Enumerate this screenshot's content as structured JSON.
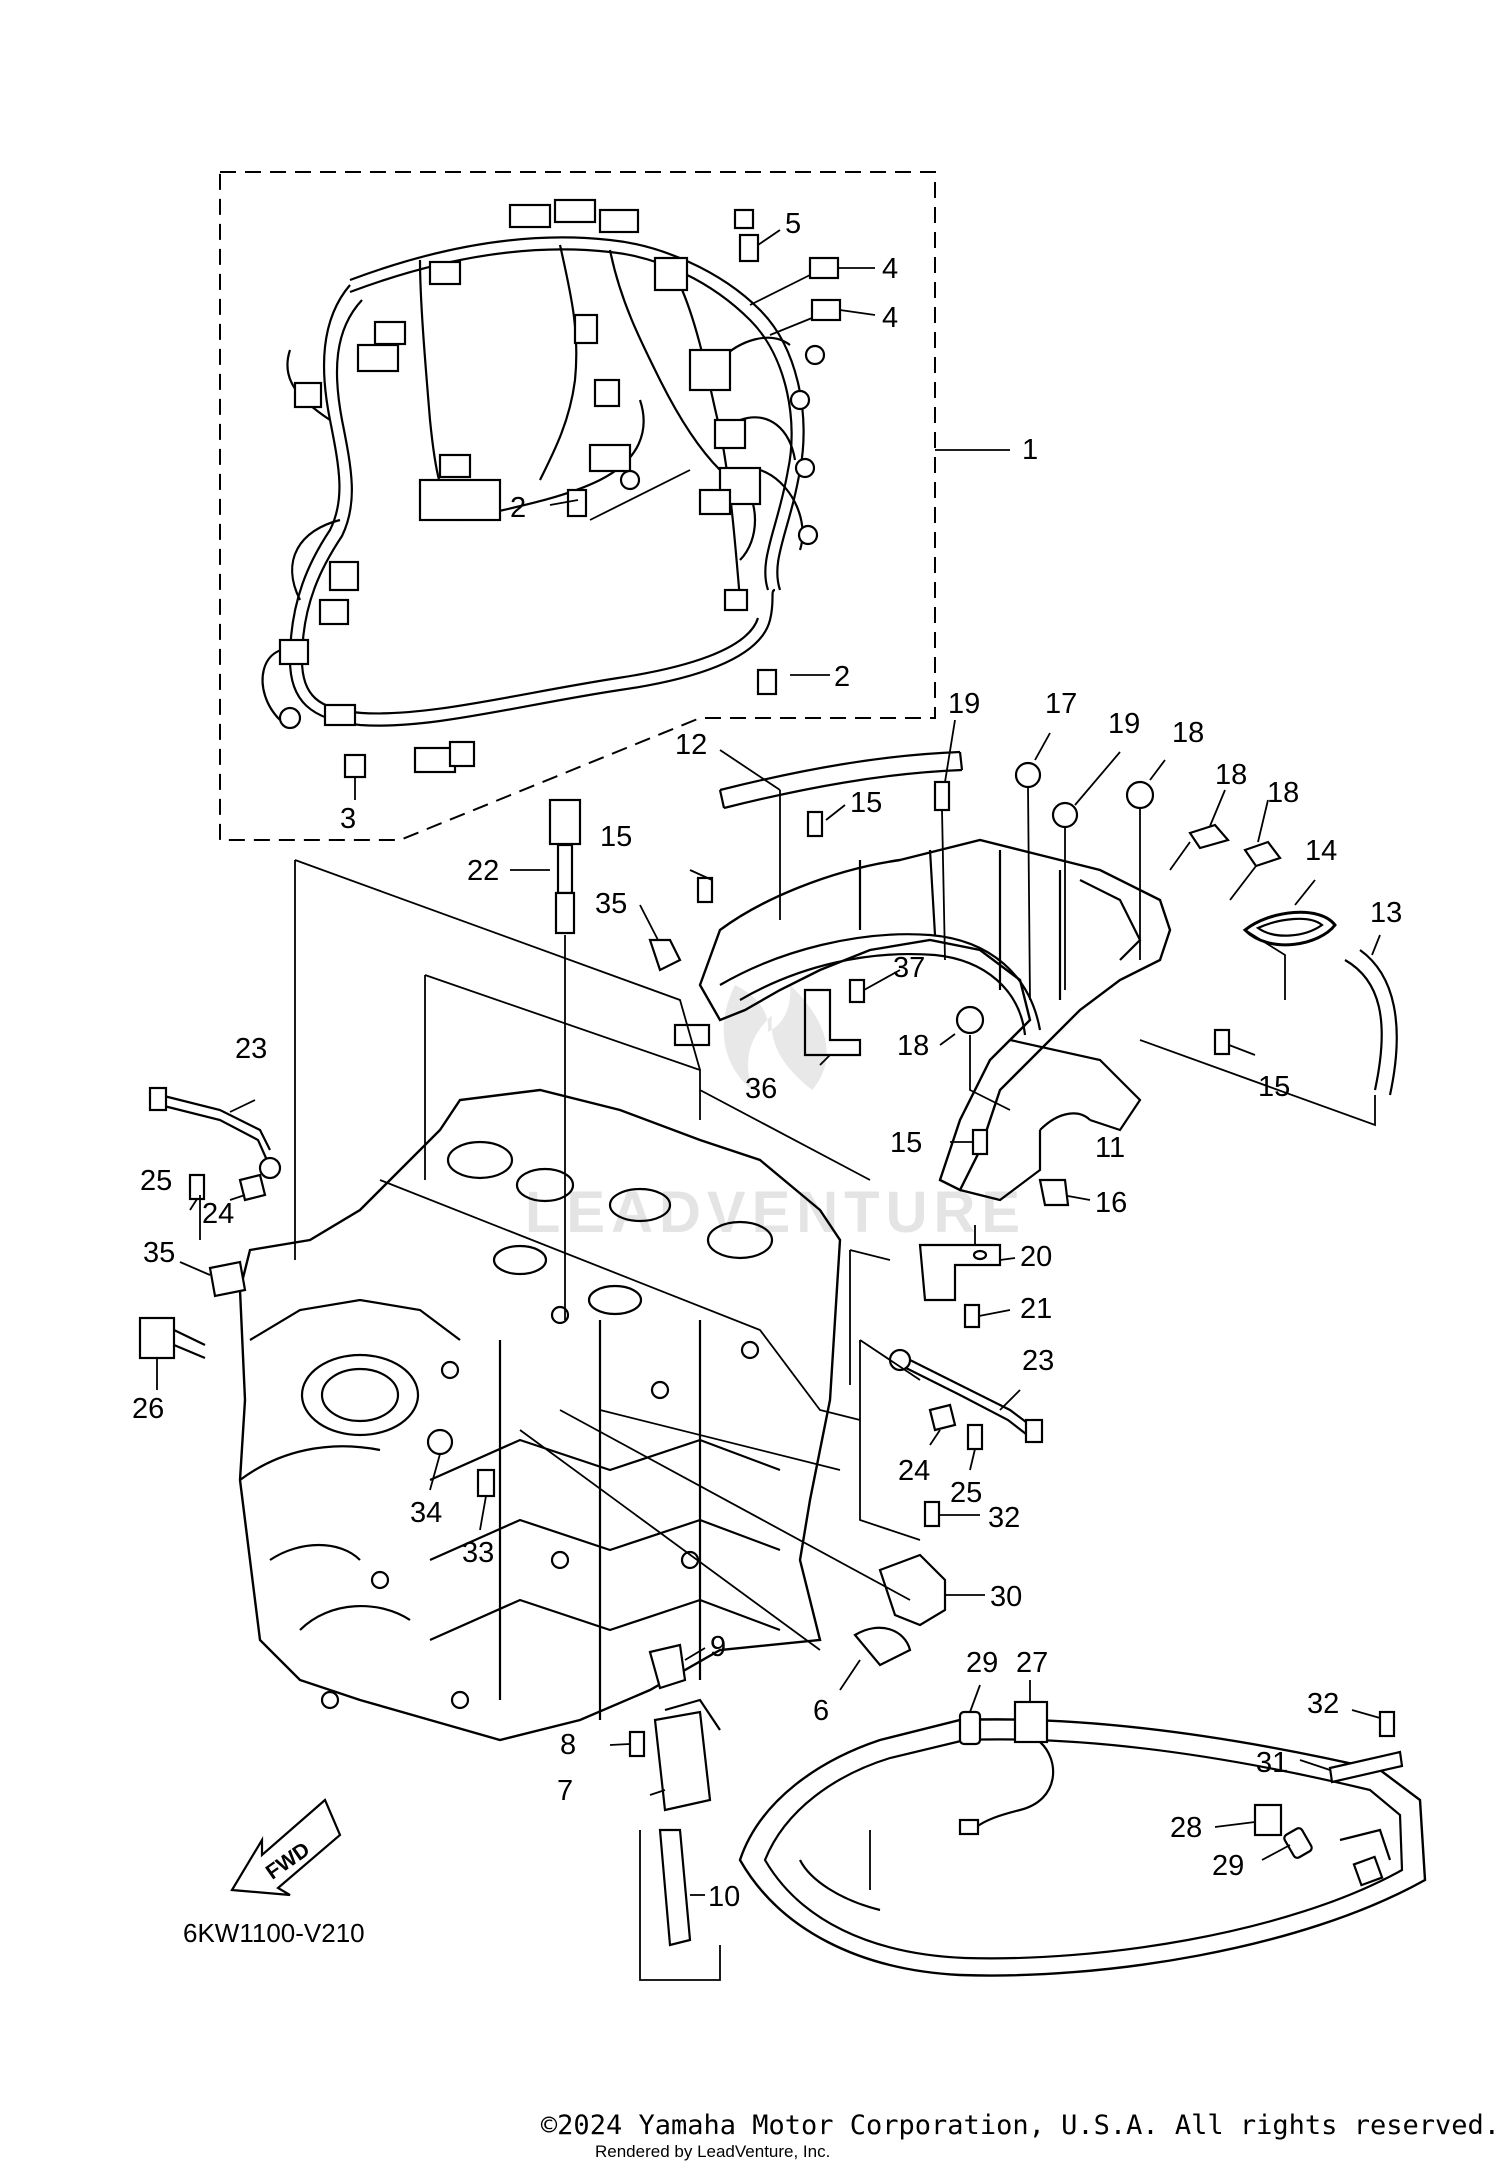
{
  "diagram": {
    "code": "6KW1100-V210",
    "direction_label": "FWD",
    "watermark": "LEADVENTURE",
    "copyright": "©2024 Yamaha Motor Corporation, U.S.A. All rights reserved.",
    "rendered_by": "Rendered by LeadVenture, Inc."
  },
  "callouts": [
    {
      "label": "1"
    },
    {
      "label": "2"
    },
    {
      "label": "2"
    },
    {
      "label": "3"
    },
    {
      "label": "4"
    },
    {
      "label": "4"
    },
    {
      "label": "5"
    },
    {
      "label": "6"
    },
    {
      "label": "7"
    },
    {
      "label": "8"
    },
    {
      "label": "9"
    },
    {
      "label": "10"
    },
    {
      "label": "11"
    },
    {
      "label": "12"
    },
    {
      "label": "13"
    },
    {
      "label": "14"
    },
    {
      "label": "15"
    },
    {
      "label": "15"
    },
    {
      "label": "15"
    },
    {
      "label": "15"
    },
    {
      "label": "16"
    },
    {
      "label": "17"
    },
    {
      "label": "18"
    },
    {
      "label": "18"
    },
    {
      "label": "18"
    },
    {
      "label": "18"
    },
    {
      "label": "19"
    },
    {
      "label": "19"
    },
    {
      "label": "20"
    },
    {
      "label": "21"
    },
    {
      "label": "22"
    },
    {
      "label": "23"
    },
    {
      "label": "23"
    },
    {
      "label": "24"
    },
    {
      "label": "24"
    },
    {
      "label": "25"
    },
    {
      "label": "25"
    },
    {
      "label": "26"
    },
    {
      "label": "27"
    },
    {
      "label": "28"
    },
    {
      "label": "29"
    },
    {
      "label": "29"
    },
    {
      "label": "30"
    },
    {
      "label": "31"
    },
    {
      "label": "32"
    },
    {
      "label": "32"
    },
    {
      "label": "33"
    },
    {
      "label": "34"
    },
    {
      "label": "35"
    },
    {
      "label": "35"
    },
    {
      "label": "36"
    },
    {
      "label": "37"
    }
  ]
}
